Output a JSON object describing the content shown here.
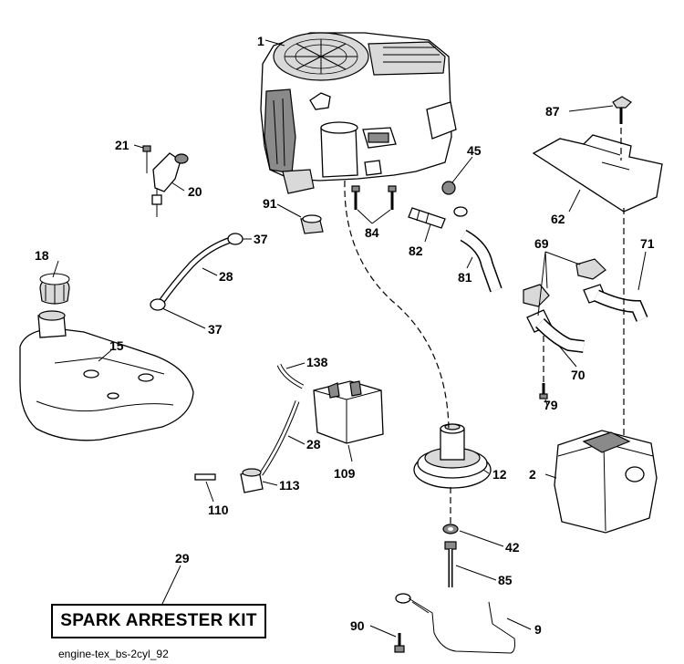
{
  "diagram": {
    "footer": "engine-tex_bs-2cyl_92",
    "kit_label": "SPARK ARRESTER KIT",
    "labels": {
      "l1": "1",
      "l21": "21",
      "l20": "20",
      "l91": "91",
      "l37a": "37",
      "l28a": "28",
      "l37b": "37",
      "l18": "18",
      "l15": "15",
      "l45": "45",
      "l84": "84",
      "l82": "82",
      "l81": "81",
      "l87": "87",
      "l62": "62",
      "l69": "69",
      "l71": "71",
      "l70": "70",
      "l79": "79",
      "l138": "138",
      "l28b": "28",
      "l109": "109",
      "l113": "113",
      "l110": "110",
      "l12": "12",
      "l2": "2",
      "l42": "42",
      "l85": "85",
      "l29": "29",
      "l90": "90",
      "l9": "9"
    }
  }
}
